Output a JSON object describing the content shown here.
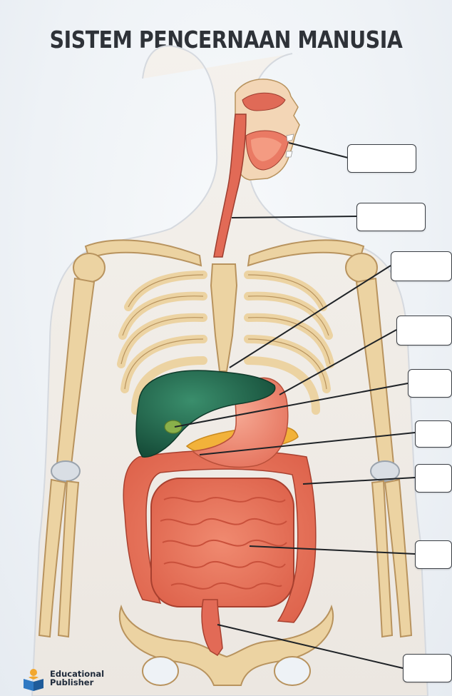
{
  "title": "SISTEM PENCERNAAN MANUSIA",
  "logo": {
    "line1": "Educational",
    "line2": "Publisher",
    "icon": "book-person-logo-icon"
  },
  "labels": [
    {
      "name": "mouth-label-box",
      "text": ""
    },
    {
      "name": "esophagus-label-box",
      "text": ""
    },
    {
      "name": "liver-label-box",
      "text": ""
    },
    {
      "name": "stomach-label-box",
      "text": ""
    },
    {
      "name": "gallbladder-label-box",
      "text": ""
    },
    {
      "name": "pancreas-label-box",
      "text": ""
    },
    {
      "name": "large-intestine-label-box",
      "text": ""
    },
    {
      "name": "small-intestine-label-box",
      "text": ""
    },
    {
      "name": "rectum-label-box",
      "text": ""
    }
  ],
  "colors": {
    "skin": "#f2eee9",
    "bone": "#ecd3a2",
    "bone_outline": "#b8935e",
    "organ_red": "#e8705a",
    "liver": "#1f6b4f",
    "gallbladder": "#8ab04a",
    "pancreas": "#f2b23a",
    "stomach": "#ef8a72",
    "title": "#2e3238"
  }
}
